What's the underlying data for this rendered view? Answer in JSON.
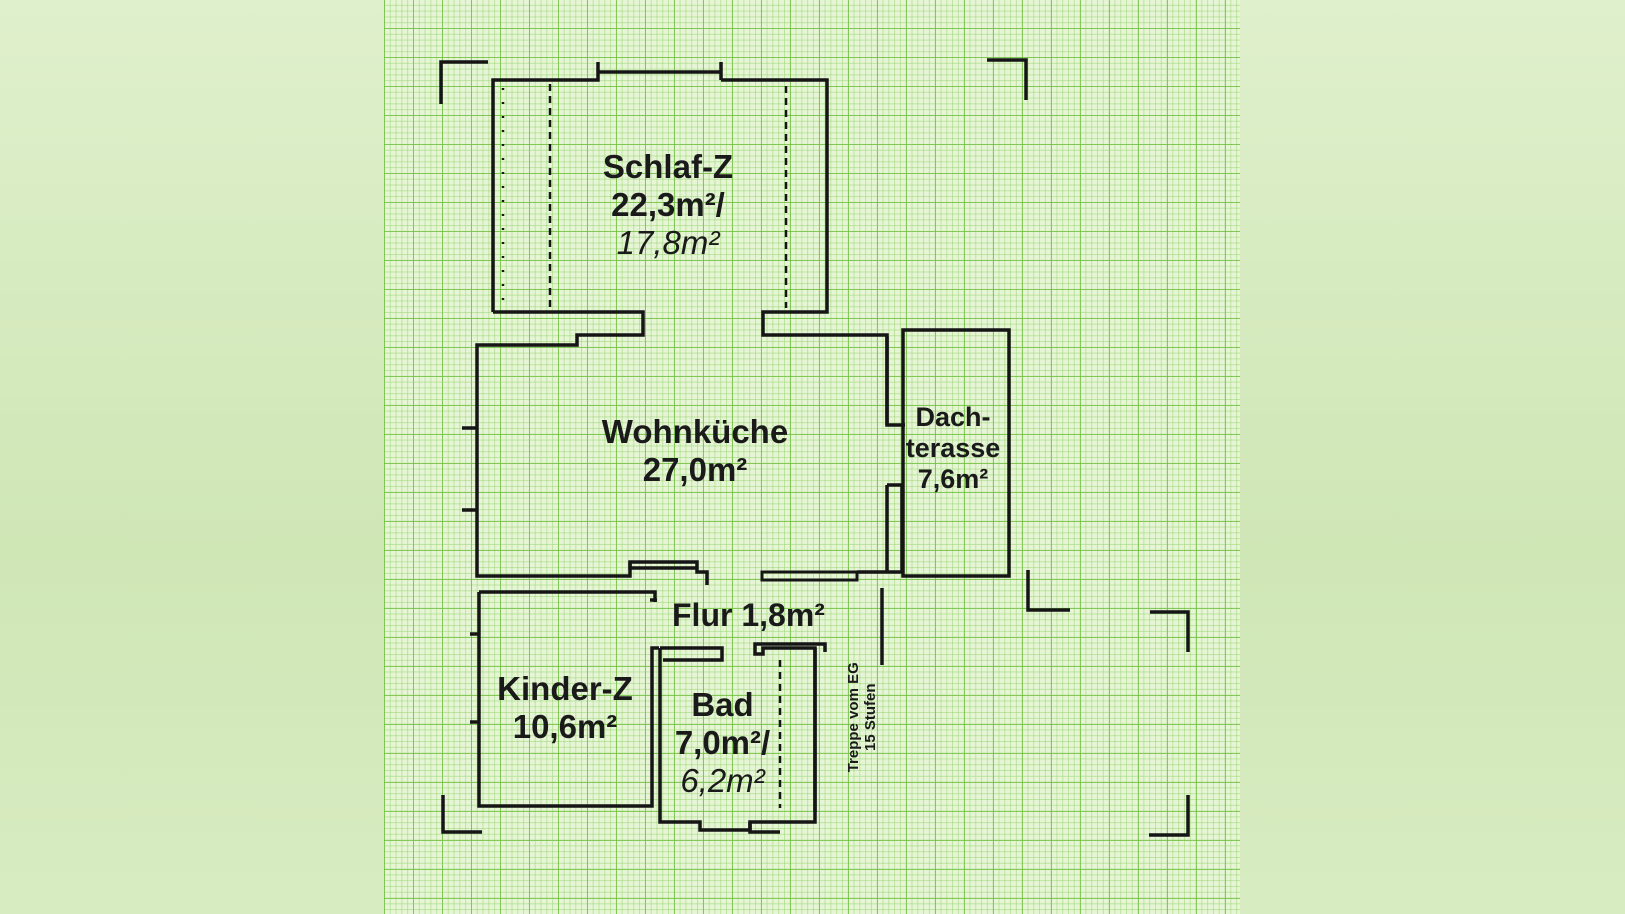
{
  "rooms": {
    "schlaf": {
      "name": "Schlaf-Z",
      "area": "22,3m²/",
      "area2": "17,8m²"
    },
    "wohn": {
      "name": "Wohnküche",
      "area": "27,0m²"
    },
    "dach": {
      "name1": "Dach-",
      "name2": "terasse",
      "area": "7,6m²"
    },
    "flur": {
      "name": "Flur 1,8m²"
    },
    "kinder": {
      "name": "Kinder-Z",
      "area": "10,6m²"
    },
    "bad": {
      "name": "Bad",
      "area": "7,0m²/",
      "area2": "6,2m²"
    }
  },
  "stairs": {
    "line1": "Treppe vom EG",
    "line2": "15 Stufen"
  }
}
